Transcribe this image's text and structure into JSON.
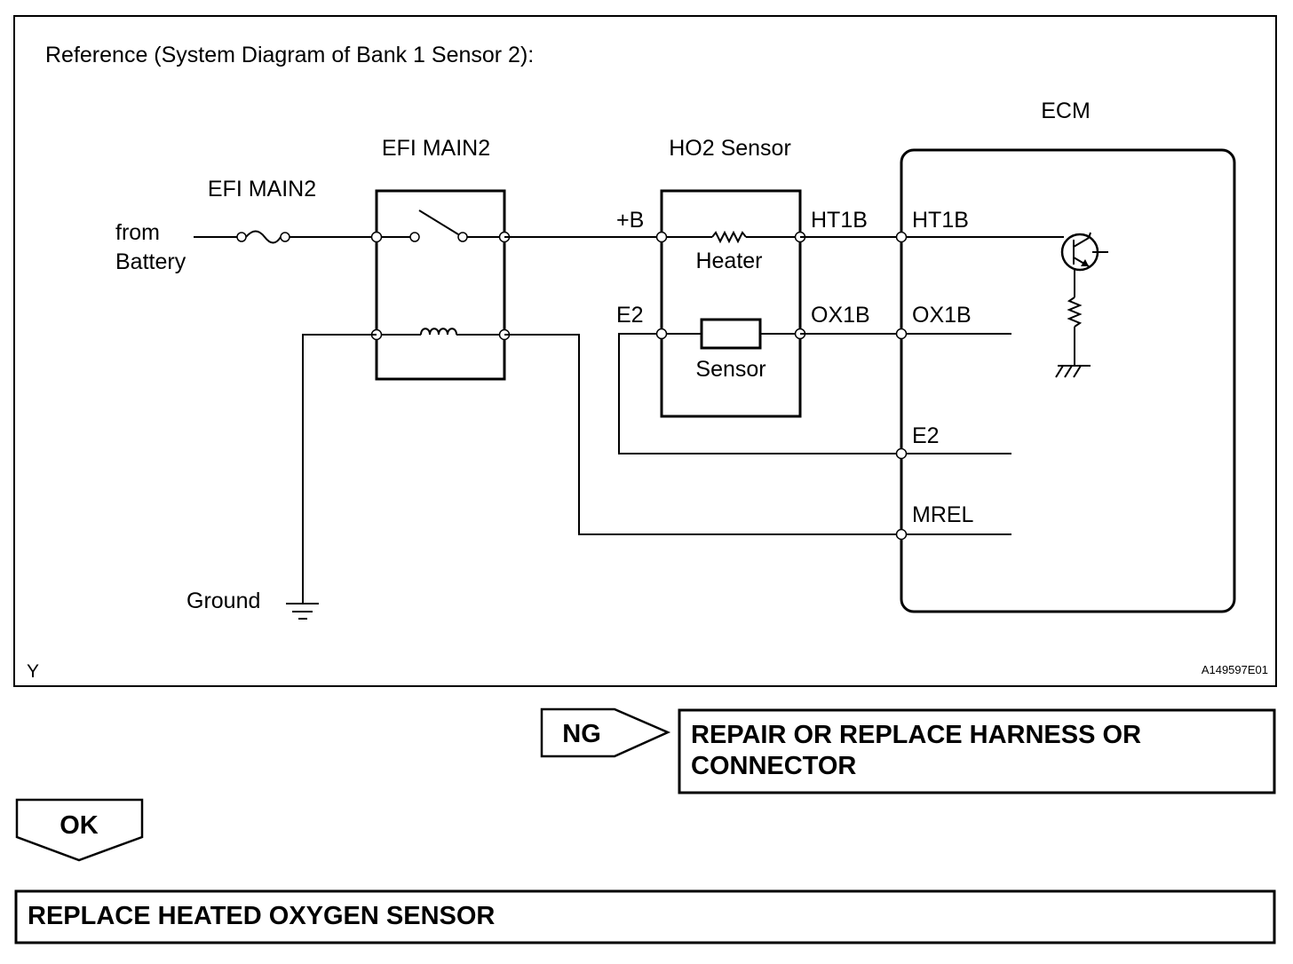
{
  "figure": {
    "title": "Reference (System Diagram of Bank 1 Sensor 2):",
    "corner_letter": "Y",
    "figure_code": "A149597E01"
  },
  "source": {
    "line1": "from",
    "line2": "Battery"
  },
  "fuse": {
    "label": "EFI MAIN2"
  },
  "relay": {
    "label": "EFI MAIN2"
  },
  "ground": {
    "label": "Ground"
  },
  "ho2_sensor": {
    "title": "HO2 Sensor",
    "plus_b": "+B",
    "e2": "E2",
    "heater": "Heater",
    "sensor": "Sensor",
    "ht1b": "HT1B",
    "ox1b": "OX1B"
  },
  "ecm": {
    "title": "ECM",
    "pins": [
      "HT1B",
      "OX1B",
      "E2",
      "MREL"
    ]
  },
  "ng": {
    "label": "NG",
    "action_line1": "REPAIR OR REPLACE HARNESS OR",
    "action_line2": "CONNECTOR"
  },
  "ok": {
    "label": "OK",
    "action": "REPLACE HEATED OXYGEN SENSOR"
  }
}
